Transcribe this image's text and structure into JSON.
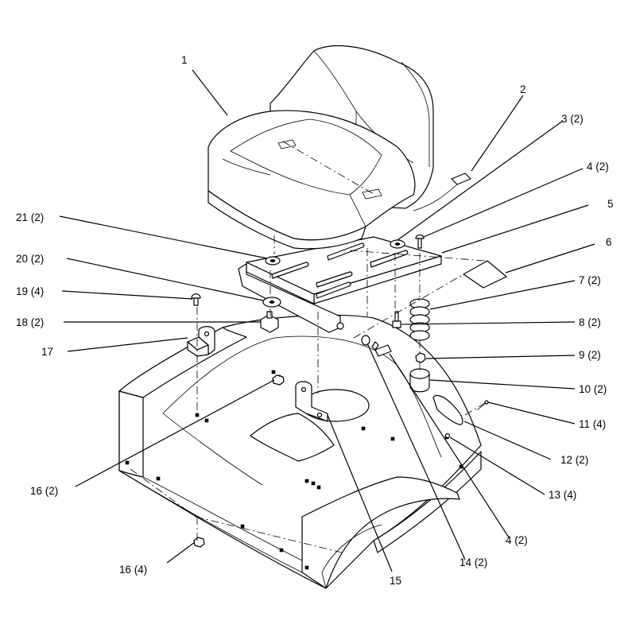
{
  "callouts": {
    "c1": "1",
    "c2": "2",
    "c3": "3 (2)",
    "c4a": "4 (2)",
    "c5": "5",
    "c6": "6",
    "c7": "7 (2)",
    "c8": "8 (2)",
    "c9": "9 (2)",
    "c10": "10 (2)",
    "c11": "11 (4)",
    "c12": "12 (2)",
    "c13": "13 (4)",
    "c4b": "4 (2)",
    "c14": "14 (2)",
    "c15": "15",
    "c16a": "16 (4)",
    "c16b": "16 (2)",
    "c17": "17",
    "c18": "18 (2)",
    "c19": "19 (4)",
    "c20": "20 (2)",
    "c21": "21 (2)"
  }
}
